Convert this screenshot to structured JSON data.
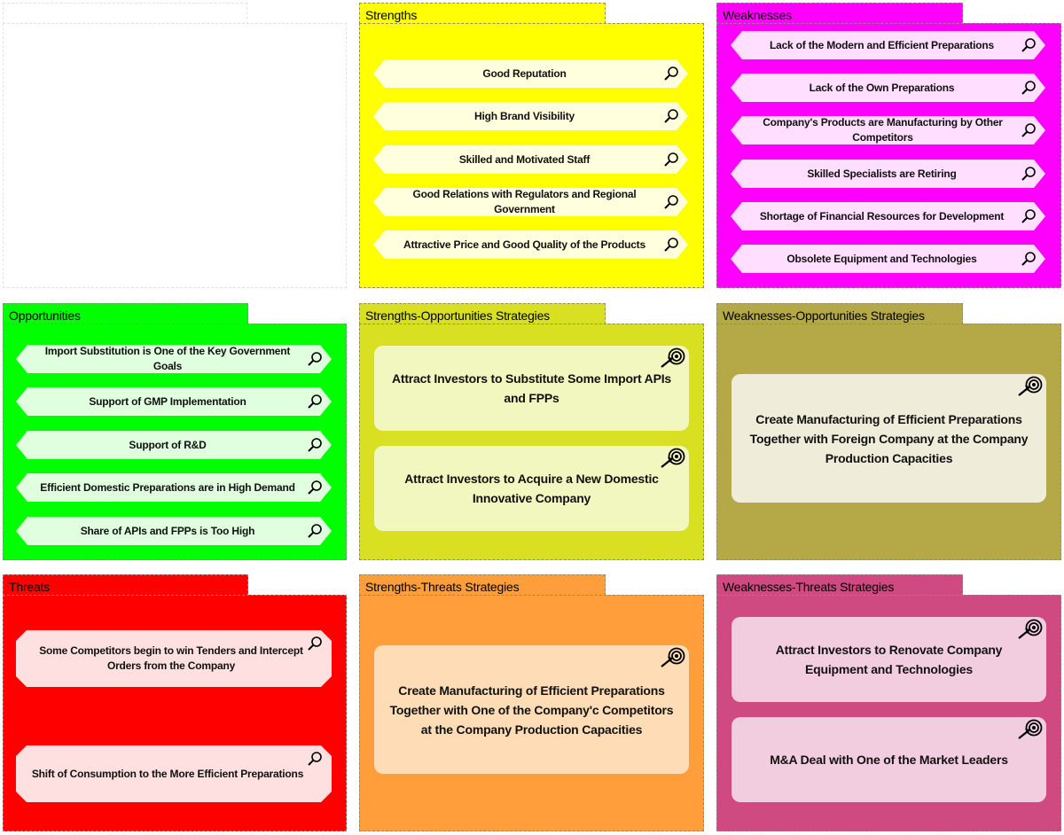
{
  "colors": {
    "strengths": "#ffff00",
    "strengths_item": "#ffffde",
    "weaknesses": "#ff00ff",
    "weaknesses_item": "#ffdeff",
    "opportunities": "#00ff00",
    "opportunities_item": "#dfffdf",
    "so": "#d9e021",
    "so_item": "#f2f6bf",
    "wo": "#b5a847",
    "wo_item": "#f0ecda",
    "threats": "#ff0000",
    "threats_item": "#ffe0e0",
    "st": "#ff9e3a",
    "st_item": "#fddcb6",
    "wt": "#cf4a80",
    "wt_item": "#f2cde0"
  },
  "icons": {
    "driver": "magnifier-icon",
    "goal": "target-arrow-icon"
  },
  "strengths": {
    "title": "Strengths",
    "items": [
      "Good Reputation",
      "High Brand Visibility",
      "Skilled and Motivated Staff",
      "Good Relations with Regulators and Regional Government",
      "Attractive Price and Good Quality of the Products"
    ]
  },
  "weaknesses": {
    "title": "Weaknesses",
    "items": [
      "Lack of the Modern and Efficient Preparations",
      "Lack of the Own Preparations",
      "Company's Products are Manufacturing by Other Competitors",
      "Skilled Specialists are Retiring",
      "Shortage of Financial Resources for Development",
      "Obsolete Equipment and Technologies"
    ]
  },
  "opportunities": {
    "title": "Opportunities",
    "items": [
      "Import Substitution is One of the Key Government Goals",
      "Support of GMP Implementation",
      "Support of R&D",
      "Efficient Domestic  Preparations are in High Demand",
      "Share of APIs and FPPs is Too High"
    ]
  },
  "so": {
    "title": "Strengths-Opportunities Strategies",
    "items": [
      "Attract Investors to Substitute Some Import APIs and FPPs",
      "Attract Investors to Acquire a New Domestic Innovative Company"
    ]
  },
  "wo": {
    "title": "Weaknesses-Opportunities Strategies",
    "items": [
      "Create Manufacturing of Efficient Preparations Together with Foreign Company at the Company Production Capacities"
    ]
  },
  "threats": {
    "title": "Threats",
    "items": [
      "Some Competitors begin to win Tenders and Intercept Orders from the Company",
      "Shift of Consumption to the More Efficient Preparations"
    ]
  },
  "st": {
    "title": "Strengths-Threats Strategies",
    "items": [
      "Create Manufacturing of Efficient Preparations Together with One of the Company'c Competitors at the Company Production Capacities"
    ]
  },
  "wt": {
    "title": "Weaknesses-Threats Strategies",
    "items": [
      "Attract Investors to Renovate Company Equipment and Technologies",
      "M&A Deal with One of the Market Leaders"
    ]
  }
}
